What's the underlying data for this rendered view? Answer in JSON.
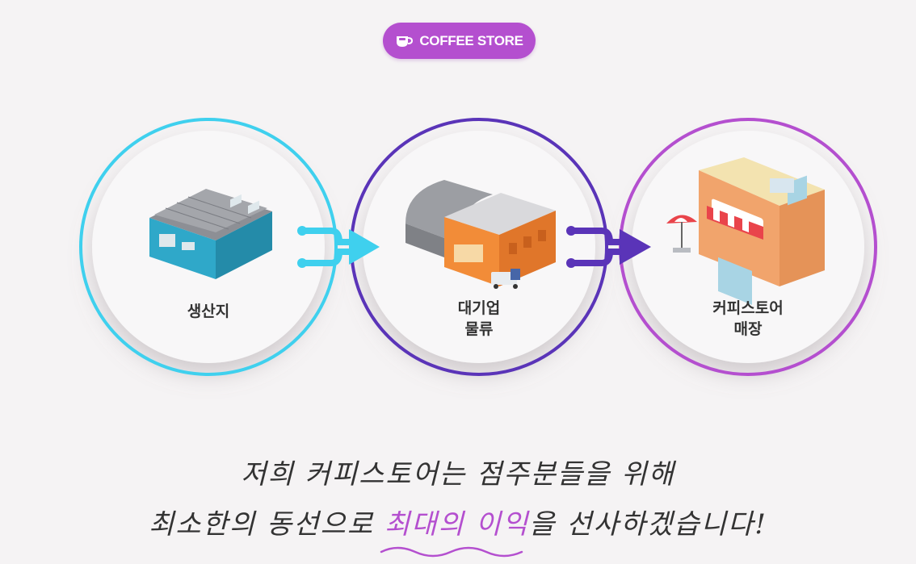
{
  "badge": {
    "label": "COFFEE STORE",
    "icon": "coffee-cup-icon"
  },
  "steps": [
    {
      "label": "생산지",
      "icon": "factory-icon"
    },
    {
      "label": "대기업\n물류",
      "icon": "warehouse-icon"
    },
    {
      "label": "커피스토어\n매장",
      "icon": "coffee-store-icon"
    }
  ],
  "slogan": {
    "line1": "저희 커피스토어는 점주분들을 위해",
    "line2_a": "최소한의 동선으로 ",
    "line2_highlight": "최대의 이익",
    "line2_b": "을 선사하겠습니다!"
  },
  "colors": {
    "badge": "#b44fcf",
    "cyan": "#3fd0ee",
    "violet": "#5a34b8",
    "purple": "#b44fcf",
    "background": "#f5f3f4"
  }
}
